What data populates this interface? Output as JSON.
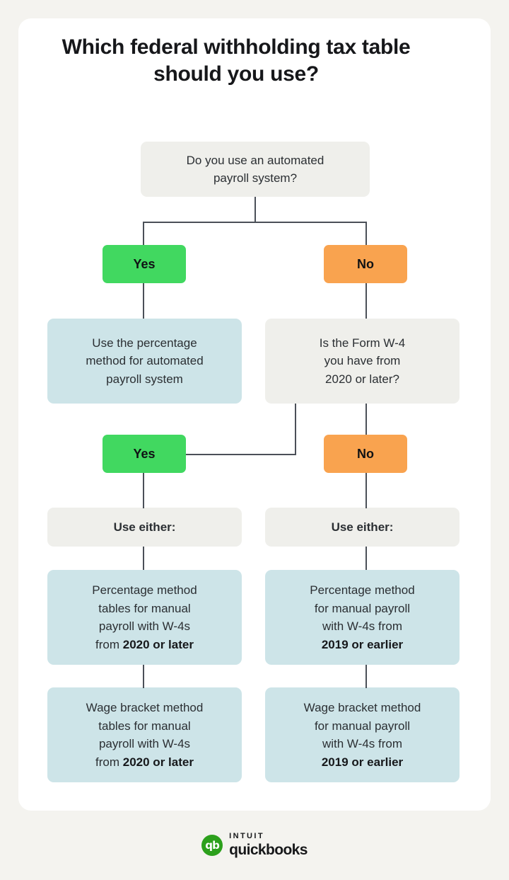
{
  "colors": {
    "page_background": "#f4f3ef",
    "card_background": "#ffffff",
    "gray_node": "#efefeb",
    "blue_node": "#cde4e8",
    "yes_green": "#41d860",
    "no_orange": "#f9a34f",
    "connector": "#4b5058",
    "brand_green": "#2ca01c",
    "text": "#2b2f33"
  },
  "title": "Which federal withholding tax table should you use?",
  "chart_data": {
    "type": "diagram",
    "title": "Which federal withholding tax table should you use?",
    "nodes": [
      {
        "id": "q1",
        "kind": "question",
        "text": "Do you use an automated payroll system?"
      },
      {
        "id": "q1-yes",
        "kind": "answer",
        "text": "Yes"
      },
      {
        "id": "q1-no",
        "kind": "answer",
        "text": "No"
      },
      {
        "id": "r1",
        "kind": "result",
        "text": "Use the percentage method for automated payroll system"
      },
      {
        "id": "q2",
        "kind": "question",
        "text": "Is the Form W-4 you have from 2020 or later?"
      },
      {
        "id": "q2-yes",
        "kind": "answer",
        "text": "Yes"
      },
      {
        "id": "q2-no",
        "kind": "answer",
        "text": "No"
      },
      {
        "id": "left-use-either",
        "kind": "label",
        "text": "Use either:"
      },
      {
        "id": "right-use-either",
        "kind": "label",
        "text": "Use either:"
      },
      {
        "id": "left-pct",
        "kind": "result",
        "text": "Percentage method tables for manual payroll with W-4s from 2020 or later"
      },
      {
        "id": "left-wage",
        "kind": "result",
        "text": "Wage bracket method tables for manual payroll with W-4s from 2020 or later"
      },
      {
        "id": "right-pct",
        "kind": "result",
        "text": "Percentage method for manual payroll with W-4s from 2019 or earlier"
      },
      {
        "id": "right-wage",
        "kind": "result",
        "text": "Wage bracket method for manual payroll with W-4s from 2019 or earlier"
      }
    ],
    "edges": [
      {
        "from": "q1",
        "to": "q1-yes"
      },
      {
        "from": "q1",
        "to": "q1-no"
      },
      {
        "from": "q1-yes",
        "to": "r1"
      },
      {
        "from": "q1-no",
        "to": "q2"
      },
      {
        "from": "q2",
        "to": "q2-yes"
      },
      {
        "from": "q2",
        "to": "q2-no"
      },
      {
        "from": "q2-yes",
        "to": "left-use-either"
      },
      {
        "from": "q2-no",
        "to": "right-use-either"
      },
      {
        "from": "left-use-either",
        "to": "left-pct"
      },
      {
        "from": "left-pct",
        "to": "left-wage"
      },
      {
        "from": "right-use-either",
        "to": "right-pct"
      },
      {
        "from": "right-pct",
        "to": "right-wage"
      }
    ]
  },
  "flow": {
    "q1": {
      "line1": "Do you use an automated",
      "line2": "payroll system?"
    },
    "yes1": "Yes",
    "no1": "No",
    "result_automated": {
      "line1": "Use the percentage",
      "line2": "method for automated",
      "line3": "payroll system"
    },
    "q2": {
      "line1": "Is the Form W-4",
      "line2": "you have from",
      "line3": "2020 or later?"
    },
    "yes2": "Yes",
    "no2": "No",
    "use_either_left": "Use either:",
    "use_either_right": "Use either:",
    "left_percentage": {
      "line1": "Percentage method",
      "line2": "tables for manual",
      "line3": "payroll with W-4s",
      "line4_prefix": "from ",
      "line4_bold": "2020 or later"
    },
    "left_wage": {
      "line1": "Wage bracket method",
      "line2": "tables for manual",
      "line3": "payroll with W-4s",
      "line4_prefix": "from ",
      "line4_bold": "2020 or later"
    },
    "right_percentage": {
      "line1": "Percentage method",
      "line2": "for manual payroll",
      "line3": "with W-4s from",
      "line4_bold": "2019 or earlier"
    },
    "right_wage": {
      "line1": "Wage bracket method",
      "line2": "for manual payroll",
      "line3": "with W-4s from",
      "line4_bold": "2019 or earlier"
    }
  },
  "logo": {
    "mark": "qb",
    "intuit": "INTUIT",
    "quickbooks": "quickbooks"
  }
}
